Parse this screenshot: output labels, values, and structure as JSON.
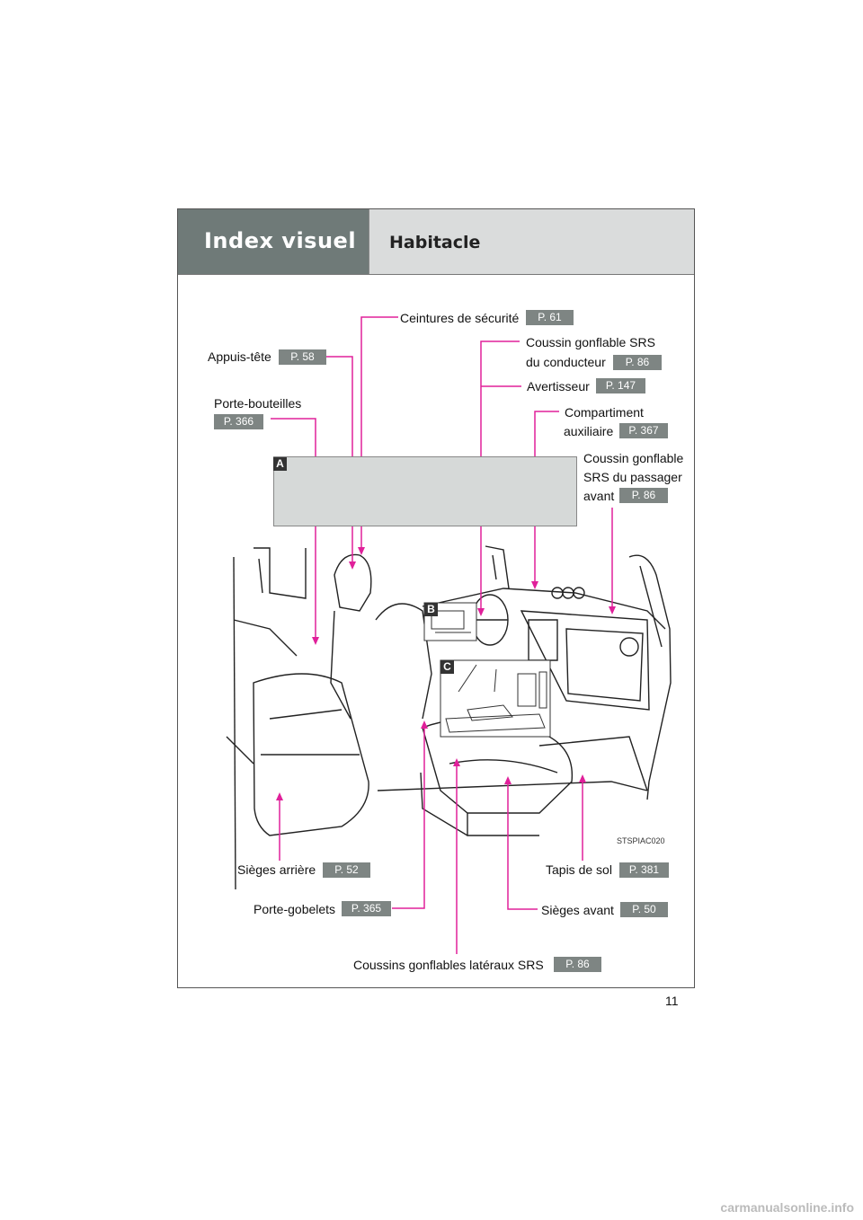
{
  "header": {
    "section_title": "Index visuel",
    "page_subtitle": "Habitacle"
  },
  "callouts": {
    "ceintures": {
      "label": "Ceintures de sécurité",
      "page": "P. 61"
    },
    "appuis_tete": {
      "label": "Appuis-tête",
      "page": "P. 58"
    },
    "porte_bouteilles": {
      "label": "Porte-bouteilles",
      "page": "P. 366"
    },
    "coussin_conducteur": {
      "label_1": "Coussin gonflable SRS",
      "label_2": "du conducteur",
      "page": "P. 86"
    },
    "avertisseur": {
      "label": "Avertisseur",
      "page": "P. 147"
    },
    "compartiment": {
      "label_1": "Compartiment",
      "label_2": "auxiliaire",
      "page": "P. 367"
    },
    "coussin_passager": {
      "label_1": "Coussin gonflable",
      "label_2": "SRS du passager",
      "label_3": "avant",
      "page": "P. 86"
    },
    "sieges_arriere": {
      "label": "Sièges arrière",
      "page": "P. 52"
    },
    "porte_gobelets": {
      "label": "Porte-gobelets",
      "page": "P. 365"
    },
    "coussins_lateraux": {
      "label": "Coussins gonflables latéraux SRS",
      "page": "P. 86"
    },
    "tapis": {
      "label": "Tapis de sol",
      "page": "P. 381"
    },
    "sieges_avant": {
      "label": "Sièges avant",
      "page": "P. 50"
    }
  },
  "markers": {
    "a": "A",
    "b": "B",
    "c": "C"
  },
  "image_code": "STSPIAC020",
  "page_number": "11",
  "watermark": "carmanualsonline.info",
  "colors": {
    "leader_line": "#e0209a",
    "header_dark": "#6f7a78",
    "header_light": "#dadcdc",
    "badge": "#7e8583"
  }
}
